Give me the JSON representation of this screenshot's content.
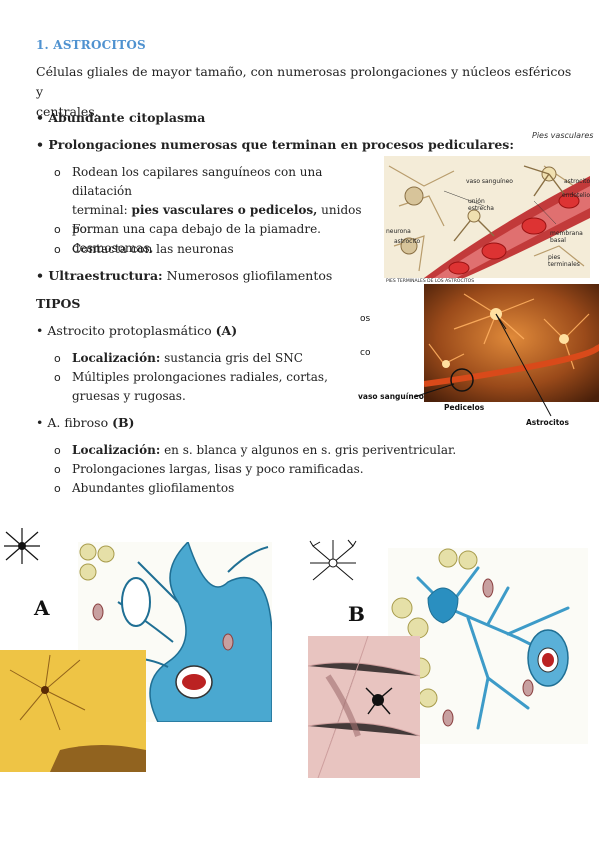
{
  "section_title": "1. ASTROCITOS",
  "intro_line1": "Células gliales de mayor tamaño, con numerosas prolongaciones y núcleos esféricos y",
  "intro_line2": "centrales.",
  "bullet_cytoplasm": "• Abundante citoplasma",
  "bullet_prolong": "• Prolongaciones numerosas que terminan en procesos pediculares:",
  "sub1_line1": "Rodean los capilares sanguíneos con una dilatación",
  "sub1_line2_pre": "terminal: ",
  "sub1_line2_bold": "pies vasculares o pedicelos,",
  "sub1_line2_post": " unidos por",
  "sub1_line3": "desmosomas.",
  "sub2": "Forman una capa debajo de la piamadre.",
  "sub3": "Contacta con las neuronas",
  "ultra_label": "• Ultraestructura:",
  "ultra_text": " Numerosos gliofilamentos",
  "tipos": "TIPOS",
  "protoplasmic": "• Astrocito protoplasmático ",
  "protoplasmic_tag": "(A)",
  "proto_loc_label": "Localización:",
  "proto_loc_text": " sustancia gris del SNC",
  "proto_prolong_line1": "Múltiples prolongaciones radiales, cortas,",
  "proto_prolong_line2": "gruesas y rugosas.",
  "fibrous": "• A. fibroso ",
  "fibrous_tag": "(B)",
  "fib_loc_label": "Localización:",
  "fib_loc_text": " en s. blanca y algunos en s. gris periventricular.",
  "fib_prolong": "Prolongaciones largas, lisas y poco ramificadas.",
  "fib_glio": "Abundantes gliofilamentos",
  "sub_marker": "o",
  "fig1": {
    "caption": "Pies vasculares",
    "labels": [
      "vaso sanguíneo",
      "unión estrecha",
      "neurona",
      "astrocito",
      "astrocito",
      "endotelio",
      "membrana basal",
      "pies terminales"
    ],
    "footer": "PIES TERMINALES DE LOS ASTROCITOS"
  },
  "fig2": {
    "side_texts": [
      "os",
      "co"
    ],
    "labels": [
      "vaso sanguíneo",
      "Pedicelos",
      "Astrocitos"
    ]
  },
  "fig3": {
    "label_a": "A",
    "label_b": "B"
  },
  "colors": {
    "accent": "#4f92d0",
    "vessel": "#c23a3a",
    "glia_blue": "#3d9bc8",
    "orange_micro": "#c8661f"
  }
}
